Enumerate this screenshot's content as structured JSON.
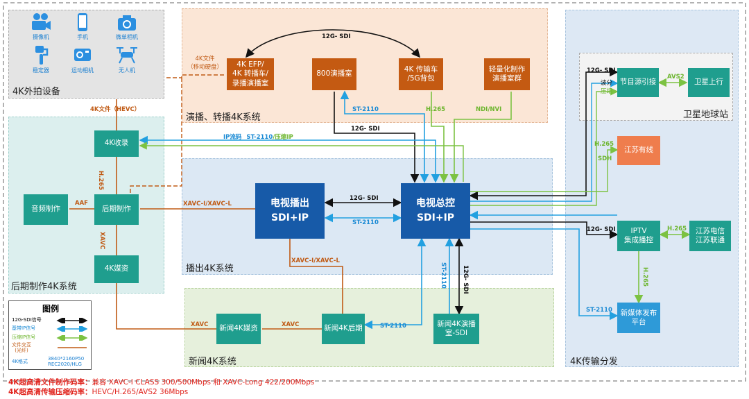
{
  "colors": {
    "sdi": "#111111",
    "ip": "#22a0e0",
    "compressed": "#7cc242",
    "file": "#c05a14",
    "teal": "#1f9e8e",
    "brown": "#c45a12",
    "navy": "#175aa8"
  },
  "regions": {
    "capture": "4K外拍设备",
    "studio": "演播、转播4K系统",
    "post": "后期制作4K系统",
    "playout": "播出4K系统",
    "news": "新闻4K系统",
    "transmission": "4K传输分发",
    "satellite": "卫星地球站"
  },
  "devices": [
    {
      "label": "摄像机",
      "icon": "video-camera-icon"
    },
    {
      "label": "手机",
      "icon": "phone-icon"
    },
    {
      "label": "微单相机",
      "icon": "camera-icon"
    },
    {
      "label": "稳定器",
      "icon": "gimbal-icon"
    },
    {
      "label": "运动相机",
      "icon": "action-camera-icon"
    },
    {
      "label": "无人机",
      "icon": "drone-icon"
    }
  ],
  "nodes": {
    "efp": "4K EFP/\n4K 转播车/\n录播演播室",
    "studio800": "800演播室",
    "truck": "4K 传输车\n/5G背包",
    "light": "轻量化制作\n演播室群",
    "record": "4K收录",
    "audio": "音频制作",
    "post": "后期制作",
    "media": "4K媒资",
    "playout": "电视播出\nSDI+IP",
    "master": "电视总控\nSDI+IP",
    "newsmedia": "新闻4K媒资",
    "newspost": "新闻4K后期",
    "newsstudio": "新闻4K演播\n室-SDI",
    "source": "节目源引接",
    "uplink": "卫星上行",
    "jscable": "江苏有线",
    "iptv": "IPTV\n集成播控",
    "telecom": "江苏电信\n江苏联通",
    "newmedia": "新媒体发布\n平台"
  },
  "labels": {
    "sdi_top": "12G- SDI",
    "file_mobile": "4K文件\n（移动硬盘）",
    "file_hevc": "4K文件（HEVC）",
    "st2110_a": "ST-2110",
    "sdi_mid": "12G- SDI",
    "h265_a": "H.265",
    "ndi": "NDI/NVI",
    "ip_mix_prefix": "IP流码",
    "ip_mix_main": "ST-2110",
    "ip_mix_suffix": "/压缩IP",
    "h265_post": "H.265",
    "aaf": "AAF",
    "xavc_l": "XAVC-I/XAVC-L",
    "xavc_v": "XAVC",
    "sdi_pm": "12G- SDI",
    "st2110_pm": "ST-2110",
    "xavc_l2": "XAVC-I/XAVC-L",
    "xavc_news1": "XAVC",
    "xavc_news2": "XAVC",
    "st2110_news": "ST-2110",
    "st2110_vert": "ST-2110",
    "sdi_vert": "12G- SDI",
    "sdi_sat": "12G- SDI",
    "polarize": "波分",
    "ip_sat": "压缩",
    "avs2": "AVS2",
    "h265_cable": "H.265",
    "sdh": "SDH",
    "sdi_iptv": "12G- SDI",
    "h265_iptv": "H.265",
    "h265_nm": "H.265",
    "st2110_nm": "ST-2110"
  },
  "legend": {
    "title": "图例",
    "items": [
      {
        "label": "12G-SDI信号",
        "color": "#111111"
      },
      {
        "label": "基带IP信号",
        "color": "#22a0e0"
      },
      {
        "label": "压缩IP信号",
        "color": "#7cc242"
      },
      {
        "label": "文件交互\n(光纤)",
        "color": "#c05a14"
      },
      {
        "label": "4K格式",
        "value": "3840*2160P50\nREC2020/HLG"
      }
    ]
  },
  "footer": {
    "line1_label": "4K超高清文件制作码率：",
    "line1_value": "兼容 XAVC-I CLASS 300/500Mbps 和 XAVC-Long 422/200Mbps",
    "line2_label": "4K超高清传输压缩码率：",
    "line2_value": "HEVC/H.265/AVS2  36Mbps"
  }
}
